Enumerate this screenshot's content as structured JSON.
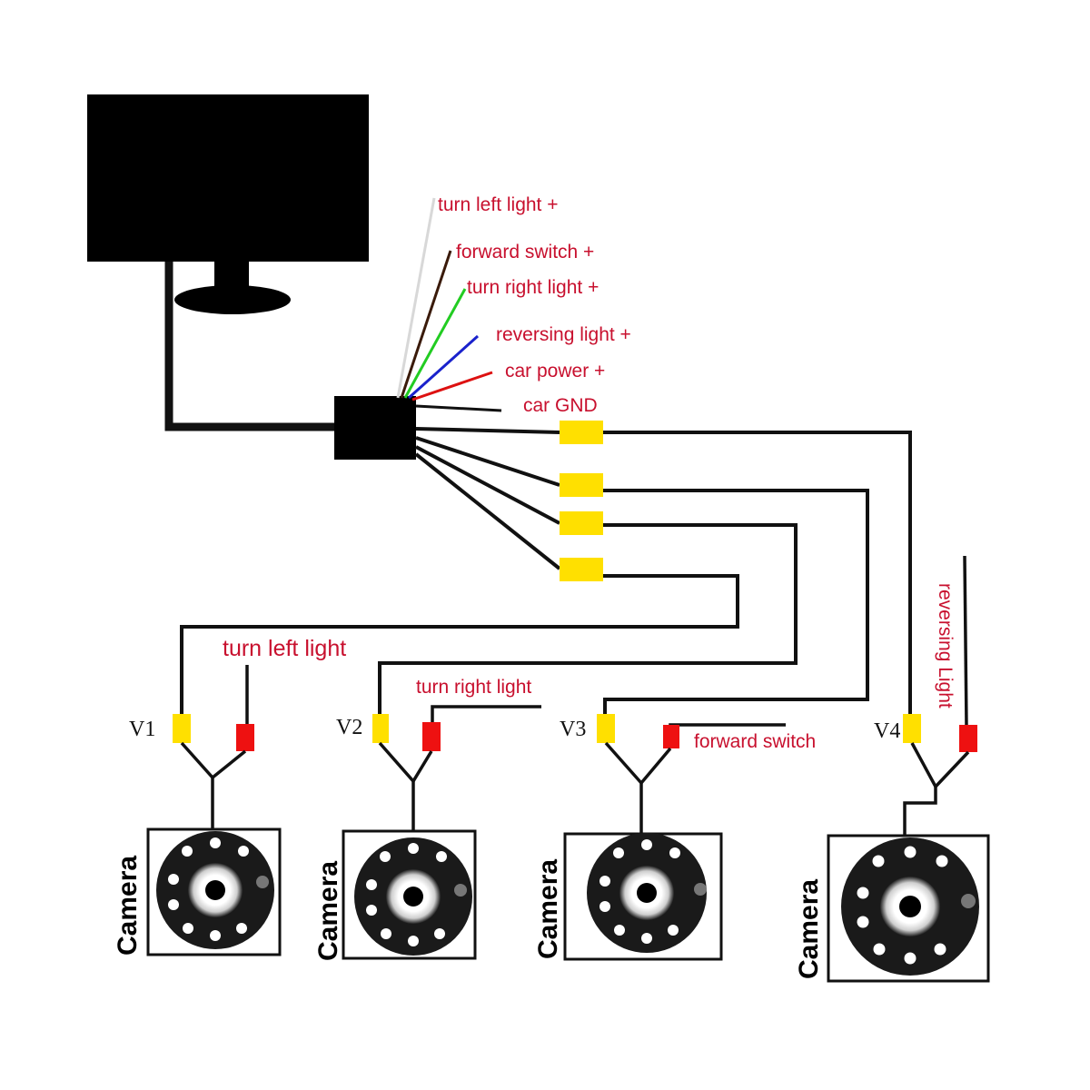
{
  "harness_labels": [
    {
      "id": "turn-left-light-plus",
      "text": "turn left light +",
      "color": "#dddddd"
    },
    {
      "id": "forward-switch-plus",
      "text": "forward switch +",
      "color": "#3a1a0a"
    },
    {
      "id": "turn-right-light-plus",
      "text": "turn right light +",
      "color": "#22cc22"
    },
    {
      "id": "reversing-light-plus",
      "text": "reversing light +",
      "color": "#1a22cc"
    },
    {
      "id": "car-power-plus",
      "text": "car power +",
      "color": "#dd1111"
    },
    {
      "id": "car-gnd",
      "text": "car GND",
      "color": "#111111"
    }
  ],
  "trigger_labels": {
    "turn_left_light": "turn left light",
    "turn_right_light": "turn right light",
    "forward_switch": "forward switch",
    "reversing_light": "reversing Light"
  },
  "channels": [
    {
      "id": "v1",
      "label": "V1",
      "camera_label": "Camera"
    },
    {
      "id": "v2",
      "label": "V2",
      "camera_label": "Camera"
    },
    {
      "id": "v3",
      "label": "V3",
      "camera_label": "Camera"
    },
    {
      "id": "v4",
      "label": "V4",
      "camera_label": "Camera"
    }
  ],
  "colors": {
    "label_text": "#c8102e",
    "video_connector": "#ffe000",
    "trigger_connector": "#ee1111",
    "wire": "#111111"
  }
}
